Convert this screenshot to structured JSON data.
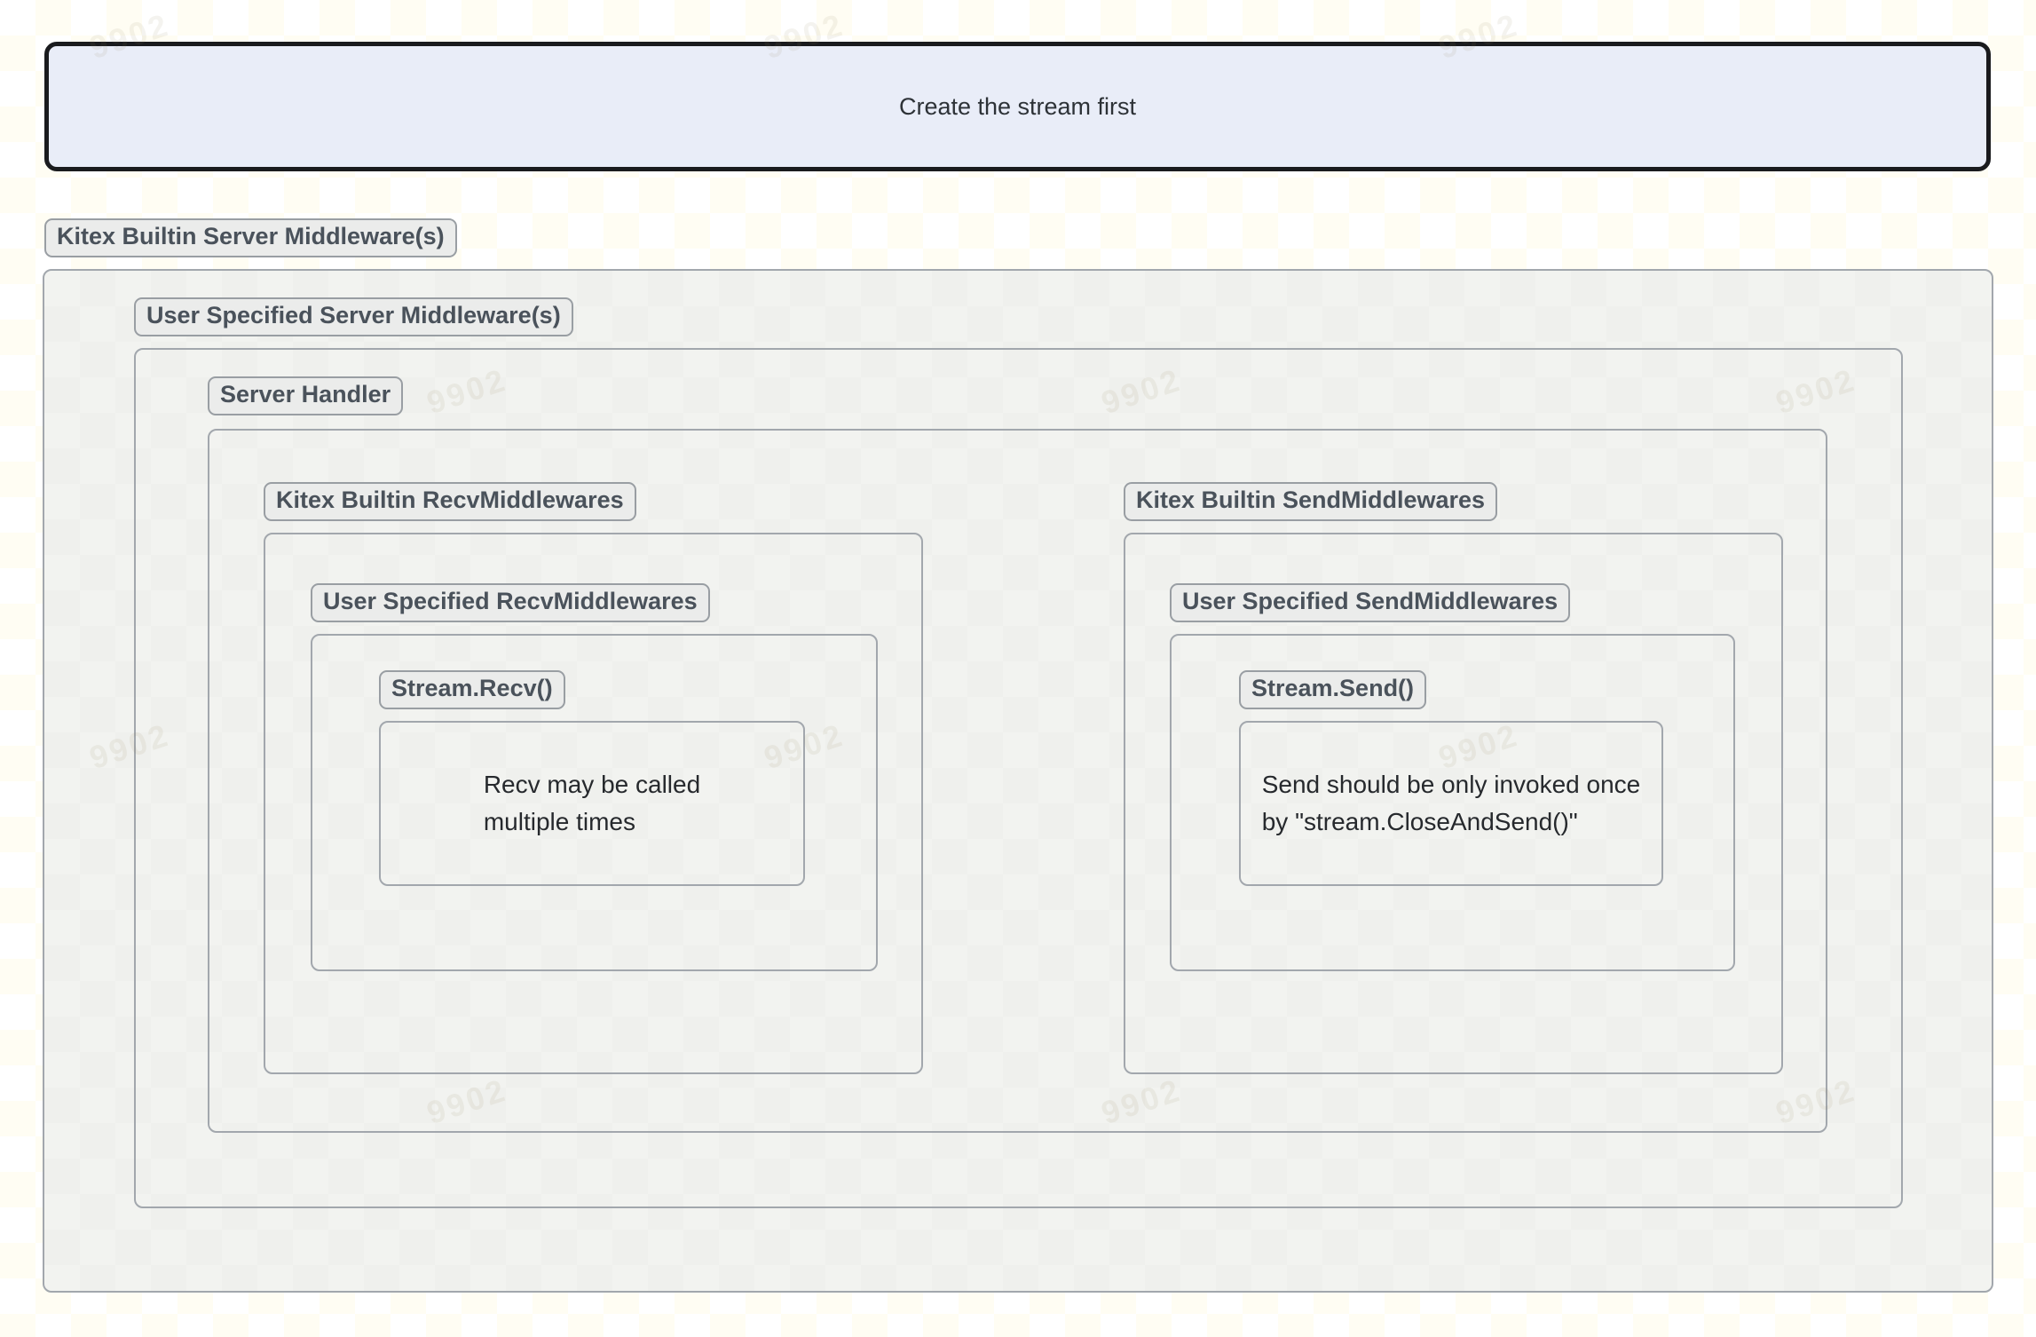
{
  "banner": {
    "label": "Create the stream first"
  },
  "diagram": {
    "server_middleware_label": "Kitex Builtin Server Middleware(s)",
    "user_server_middleware_label": "User Specified Server Middleware(s)",
    "server_handler_label": "Server Handler",
    "recv": {
      "builtin_label": "Kitex Builtin RecvMiddlewares",
      "user_label": "User Specified RecvMiddlewares",
      "stream_label": "Stream.Recv()",
      "note_lines": [
        "Recv may be called",
        "multiple times"
      ]
    },
    "send": {
      "builtin_label": "Kitex Builtin SendMiddlewares",
      "user_label": "User Specified SendMiddlewares",
      "stream_label": "Stream.Send()",
      "note_lines": [
        "Send should be only invoked once",
        "by \"stream.CloseAndSend()\""
      ]
    }
  },
  "watermark": {
    "text": "9902"
  },
  "colors": {
    "banner_bg": "#e9edf8",
    "banner_border": "#1a1b1e",
    "banner_text": "#2d3237",
    "badge_bg": "#ebeceb",
    "badge_border": "#999ea3",
    "badge_text": "#4a525b",
    "box_border": "#a2a7ad",
    "panel_bg_a": "#eff0ed",
    "panel_bg_b": "#f2f3f0",
    "page_bg_a": "#ffffff",
    "page_bg_b": "#fffdf3",
    "note_text": "#26292d",
    "watermark": "#8f8256"
  }
}
